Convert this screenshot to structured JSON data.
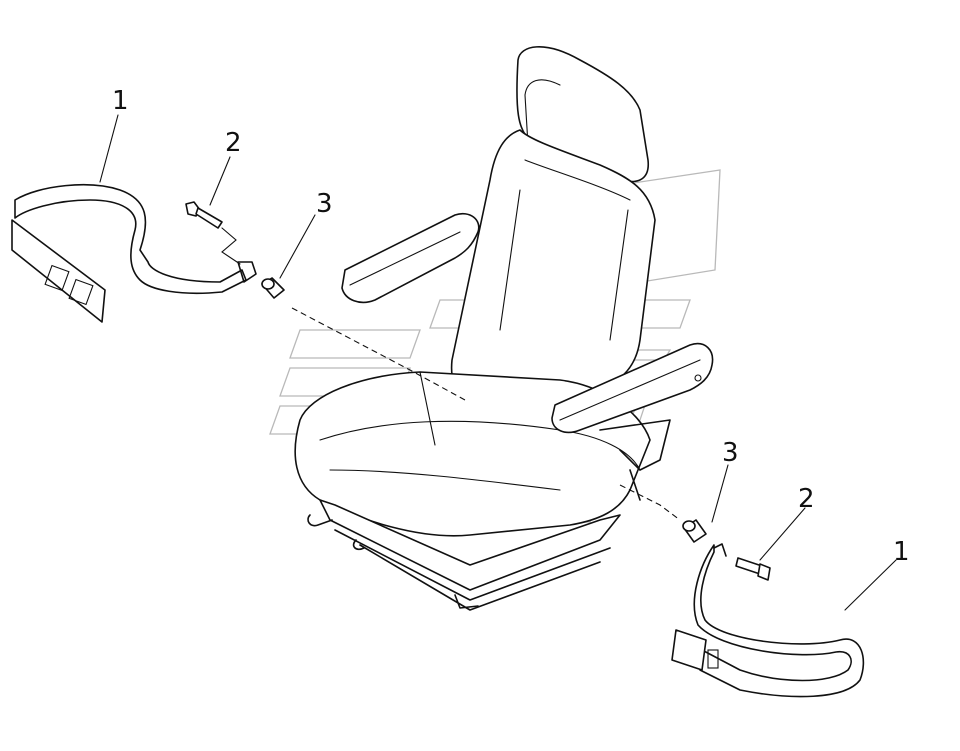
{
  "diagram": {
    "callouts": [
      {
        "id": "left-belt",
        "label": "1"
      },
      {
        "id": "left-bolt",
        "label": "2"
      },
      {
        "id": "left-collar",
        "label": "3"
      },
      {
        "id": "right-collar",
        "label": "3"
      },
      {
        "id": "right-bolt",
        "label": "2"
      },
      {
        "id": "right-belt",
        "label": "1"
      }
    ],
    "colors": {
      "line": "#111111",
      "background": "#ffffff",
      "watermark": "#b9b9b9"
    }
  }
}
